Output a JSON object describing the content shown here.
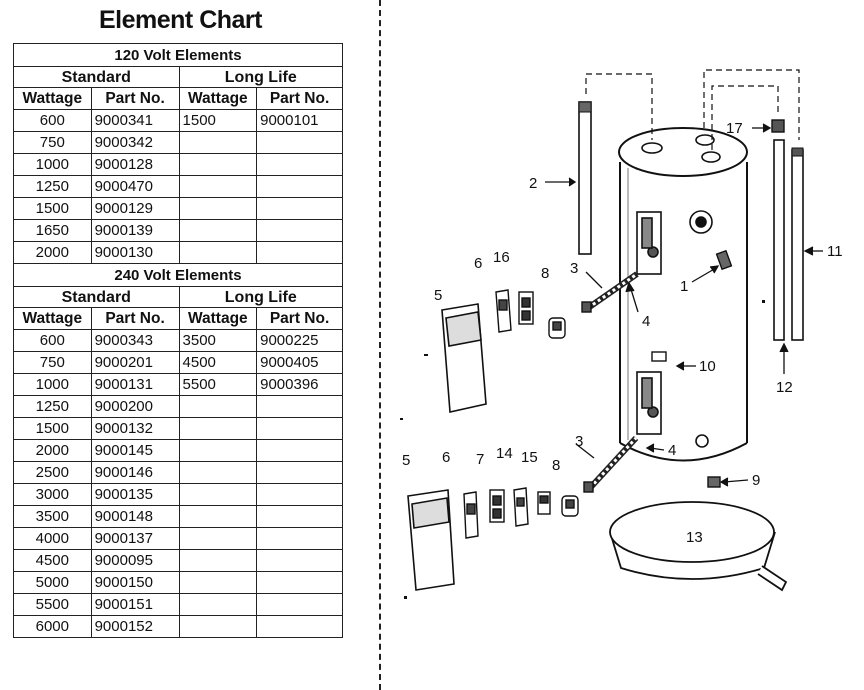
{
  "title": "Element Chart",
  "volt120": {
    "heading": "120 Volt Elements",
    "standard": "Standard",
    "long_life": "Long Life",
    "col_wattage": "Wattage",
    "col_part": "Part No.",
    "rows": [
      {
        "w": "600",
        "p": "9000341",
        "lw": "1500",
        "lp": "9000101"
      },
      {
        "w": "750",
        "p": "9000342",
        "lw": "",
        "lp": ""
      },
      {
        "w": "1000",
        "p": "9000128",
        "lw": "",
        "lp": ""
      },
      {
        "w": "1250",
        "p": "9000470",
        "lw": "",
        "lp": ""
      },
      {
        "w": "1500",
        "p": "9000129",
        "lw": "",
        "lp": ""
      },
      {
        "w": "1650",
        "p": "9000139",
        "lw": "",
        "lp": ""
      },
      {
        "w": "2000",
        "p": "9000130",
        "lw": "",
        "lp": ""
      }
    ]
  },
  "volt240": {
    "heading": "240 Volt Elements",
    "standard": "Standard",
    "long_life": "Long Life",
    "col_wattage": "Wattage",
    "col_part": "Part No.",
    "rows": [
      {
        "w": "600",
        "p": "9000343",
        "lw": "3500",
        "lp": "9000225"
      },
      {
        "w": "750",
        "p": "9000201",
        "lw": "4500",
        "lp": "9000405"
      },
      {
        "w": "1000",
        "p": "9000131",
        "lw": "5500",
        "lp": "9000396"
      },
      {
        "w": "1250",
        "p": "9000200",
        "lw": "",
        "lp": ""
      },
      {
        "w": "1500",
        "p": "9000132",
        "lw": "",
        "lp": ""
      },
      {
        "w": "2000",
        "p": "9000145",
        "lw": "",
        "lp": ""
      },
      {
        "w": "2500",
        "p": "9000146",
        "lw": "",
        "lp": ""
      },
      {
        "w": "3000",
        "p": "9000135",
        "lw": "",
        "lp": ""
      },
      {
        "w": "3500",
        "p": "9000148",
        "lw": "",
        "lp": ""
      },
      {
        "w": "4000",
        "p": "9000137",
        "lw": "",
        "lp": ""
      },
      {
        "w": "4500",
        "p": "9000095",
        "lw": "",
        "lp": ""
      },
      {
        "w": "5000",
        "p": "9000150",
        "lw": "",
        "lp": ""
      },
      {
        "w": "5500",
        "p": "9000151",
        "lw": "",
        "lp": ""
      },
      {
        "w": "6000",
        "p": "9000152",
        "lw": "",
        "lp": ""
      }
    ]
  },
  "diagram": {
    "callouts": {
      "c1": "1",
      "c2": "2",
      "c3a": "3",
      "c3b": "3",
      "c4a": "4",
      "c4b": "4",
      "c5a": "5",
      "c5b": "5",
      "c6a": "6",
      "c6b": "6",
      "c7": "7",
      "c8a": "8",
      "c8b": "8",
      "c9": "9",
      "c10": "10",
      "c11": "11",
      "c12": "12",
      "c13": "13",
      "c14": "14",
      "c15": "15",
      "c16": "16",
      "c17": "17"
    }
  }
}
